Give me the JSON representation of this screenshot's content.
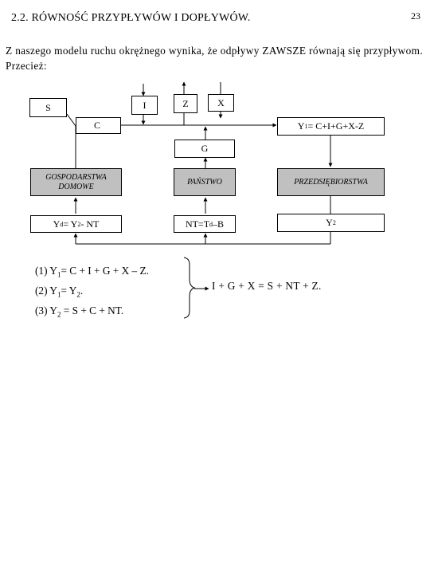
{
  "page_number": "23",
  "section_heading": "2.2. RÓWNOŚĆ PRZYPŁYWÓW I DOPŁYWÓW.",
  "intro_text": "Z naszego modelu ruchu okrężnego wynika, że odpływy ZAWSZE równają się przypływom. Przecież:",
  "diagram": {
    "S": "S",
    "I": "I",
    "Z": "Z",
    "X": "X",
    "C": "C",
    "G": "G",
    "y1_box": {
      "main": "Y",
      "sub": "1",
      "rest": " = C+I+G+X-Z"
    },
    "households": "GOSPODARSTWA DOMOWE",
    "state": "PAŃSTWO",
    "enterprise": "PRZEDSIĘBIORSTWA",
    "yd_box": {
      "y": "Y",
      "sub_d": "d",
      "mid": " = Y",
      "sub_2": "2",
      "rest": " - NT"
    },
    "nt_box": {
      "pre": "NT=T",
      "sub_d": "d",
      "rest": "–B"
    },
    "y2_box": {
      "main": "Y",
      "sub": "2"
    }
  },
  "equations": [
    {
      "num": "(1) ",
      "a": "Y",
      "sub": "1",
      "b": "= C + I + G + X – Z."
    },
    {
      "num": "(2) ",
      "a": "Y",
      "sub": "1",
      "b": "= Y",
      "sub2": "2",
      "c": "."
    },
    {
      "num": "(3) ",
      "a": "Y",
      "sub": "2",
      "b": " = S + C + NT."
    }
  ],
  "arrow_symbol": "→",
  "result": "I + G + X = S + NT + Z."
}
